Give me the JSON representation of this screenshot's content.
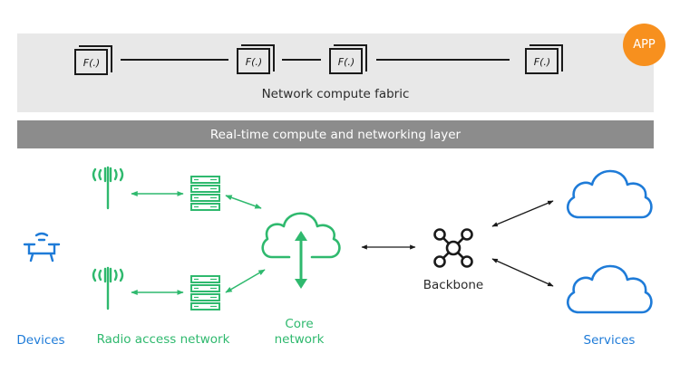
{
  "fabric": {
    "label": "Network compute fabric",
    "function_nodes": [
      {
        "label": "F(.)"
      },
      {
        "label": "F(.)"
      },
      {
        "label": "F(.)"
      },
      {
        "label": "F(.)"
      }
    ]
  },
  "app_badge": {
    "label": "APP",
    "color": "#f7901e"
  },
  "realtime_layer": {
    "label": "Real-time compute and networking layer"
  },
  "nodes": {
    "devices": {
      "label": "Devices",
      "color": "#1e7bd8"
    },
    "radio_access_network": {
      "label": "Radio access network",
      "color": "#2fb96e"
    },
    "core_network": {
      "label": "Core network",
      "color": "#2fb96e"
    },
    "backbone": {
      "label": "Backbone",
      "color": "#1a1a1a"
    },
    "services": {
      "label": "Services",
      "color": "#1e7bd8"
    }
  },
  "edges": [
    {
      "from": "antenna-top",
      "to": "server-top",
      "type": "bidirectional"
    },
    {
      "from": "antenna-bottom",
      "to": "server-bottom",
      "type": "bidirectional"
    },
    {
      "from": "server-top",
      "to": "core_network",
      "type": "bidirectional"
    },
    {
      "from": "server-bottom",
      "to": "core_network",
      "type": "bidirectional"
    },
    {
      "from": "core_network",
      "to": "backbone",
      "type": "bidirectional"
    },
    {
      "from": "backbone",
      "to": "service-cloud-top",
      "type": "bidirectional"
    },
    {
      "from": "backbone",
      "to": "service-cloud-bottom",
      "type": "bidirectional"
    }
  ]
}
